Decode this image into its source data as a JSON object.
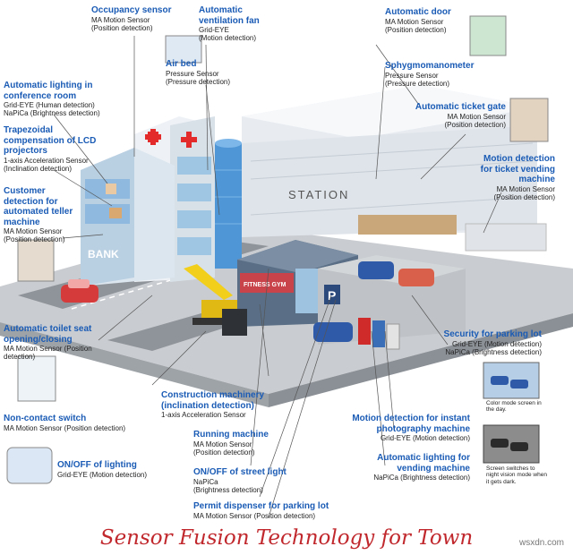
{
  "title": "Sensor Fusion Technology for Town",
  "watermark": "wsxdn.com",
  "scene": {
    "station_sign": "STATION",
    "bank_sign": "BANK",
    "gym_sign": "FITNESS GYM",
    "parking_sign": "P"
  },
  "inset_captions": {
    "day": "Color mode screen in the day.",
    "night": "Screen switches to night vision mode when it gets dark."
  },
  "labels": [
    {
      "key": "occupancy",
      "title": "Occupancy sensor",
      "lines": [
        "MA Motion Sensor",
        "(Position detection)"
      ]
    },
    {
      "key": "ventilation",
      "title": "Automatic ventilation fan",
      "lines": [
        "Grid-EYE",
        "(Motion detection)"
      ]
    },
    {
      "key": "airbed",
      "title": "Air bed",
      "lines": [
        "Pressure Sensor",
        "(Pressure detection)"
      ]
    },
    {
      "key": "lighting_conf",
      "title": "Automatic lighting in conference room",
      "lines": [
        "Grid-EYE (Human detection)",
        "NaPiCa (Brightness detection)"
      ]
    },
    {
      "key": "lcd",
      "title": "Trapezoidal compensation of LCD projectors",
      "lines": [
        "1-axis Acceleration Sensor",
        "(Inclination detection)"
      ]
    },
    {
      "key": "atm",
      "title": "Customer detection for automated teller machine",
      "lines": [
        "MA Motion Sensor",
        "(Position detection)"
      ]
    },
    {
      "key": "toilet",
      "title": "Automatic toilet seat opening/closing",
      "lines": [
        "MA Motion Sensor (Position detection)"
      ]
    },
    {
      "key": "switch",
      "title": "Non-contact switch",
      "lines": [
        "MA Motion Sensor (Position detection)"
      ]
    },
    {
      "key": "onoff",
      "title": "ON/OFF of lighting",
      "lines": [
        "Grid-EYE (Motion detection)"
      ]
    },
    {
      "key": "construction",
      "title": "Construction machinery (inclination detection)",
      "lines": [
        "1-axis Acceleration Sensor"
      ]
    },
    {
      "key": "running",
      "title": "Running machine",
      "lines": [
        "MA Motion Sensor",
        "(Position detection)"
      ]
    },
    {
      "key": "streetlight",
      "title": "ON/OFF of street light",
      "lines": [
        "NaPiCa",
        "(Brightness detection)"
      ]
    },
    {
      "key": "permit",
      "title": "Permit dispenser for parking lot",
      "lines": [
        "MA Motion Sensor (Position detection)"
      ]
    },
    {
      "key": "door",
      "title": "Automatic door",
      "lines": [
        "MA Motion Sensor",
        "(Position detection)"
      ]
    },
    {
      "key": "sphyg",
      "title": "Sphygmomanometer",
      "lines": [
        "Pressure Sensor",
        "(Pressure detection)"
      ]
    },
    {
      "key": "ticketgate",
      "title": "Automatic ticket gate",
      "lines": [
        "MA Motion Sensor",
        "(Position detection)"
      ]
    },
    {
      "key": "vending_ticket",
      "title": "Motion detection for ticket vending machine",
      "lines": [
        "MA Motion Sensor",
        "(Position detection)"
      ]
    },
    {
      "key": "security",
      "title": "Security for parking lot",
      "lines": [
        "Grid-EYE (Motion detection)",
        "NaPiCa (Brightness detection)"
      ]
    },
    {
      "key": "photo",
      "title": "Motion detection for instant photography machine",
      "lines": [
        "Grid-EYE (Motion detection)"
      ]
    },
    {
      "key": "vending_light",
      "title": "Automatic lighting for vending machine",
      "lines": [
        "NaPiCa (Brightness detection)"
      ]
    }
  ]
}
